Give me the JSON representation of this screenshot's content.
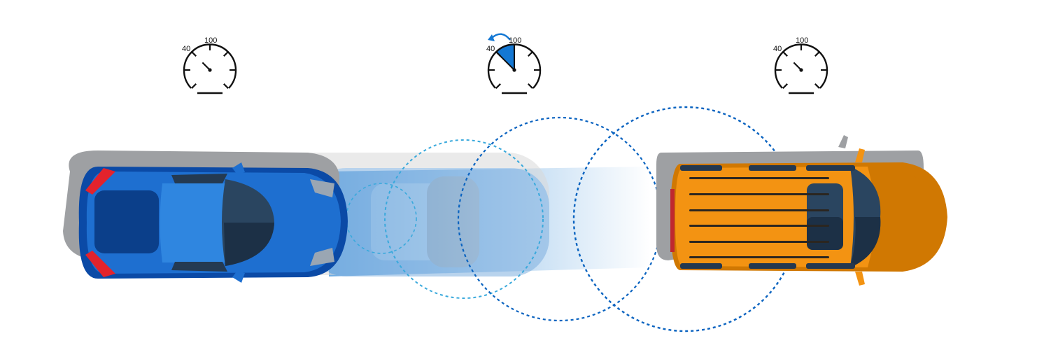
{
  "speedometers": [
    {
      "id": "left",
      "label_low": "40",
      "label_high": "100",
      "needle_angle_deg": -45,
      "braking": false
    },
    {
      "id": "middle",
      "label_low": "40",
      "label_high": "100",
      "needle_angle_deg": -35,
      "braking": true
    },
    {
      "id": "right",
      "label_low": "40",
      "label_high": "100",
      "needle_angle_deg": -45,
      "braking": false
    }
  ],
  "colors": {
    "ego_car": "#1e6fd0",
    "ego_car_dark": "#0b3f8a",
    "lead_vehicle": "#f39312",
    "sensor_circle_light": "#39a9dc",
    "sensor_circle": "#0a63c0",
    "shadow": "#9ea0a3",
    "brake_fill": "#1478d4",
    "brake_light": "#e3232c"
  },
  "icons": {
    "speedometer": "speedometer-icon",
    "decelerate_arrow": "curved-arrow-icon"
  }
}
